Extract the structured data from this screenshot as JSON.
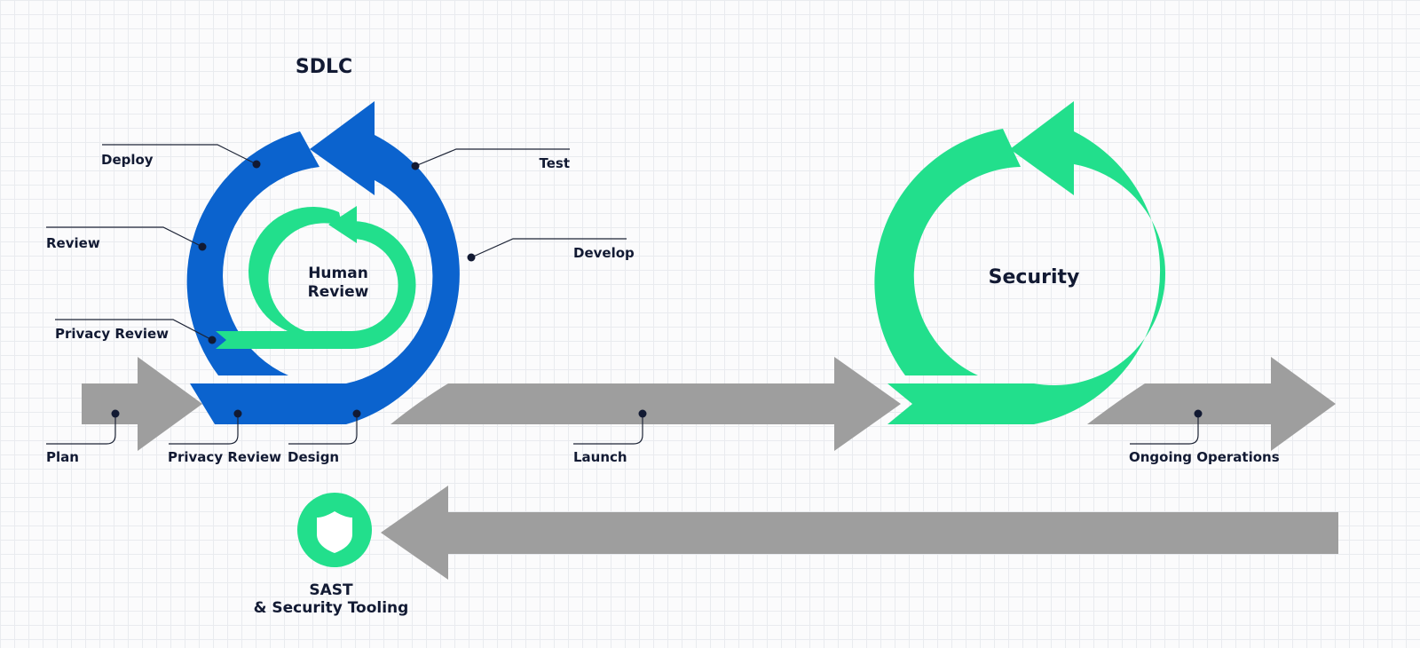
{
  "colors": {
    "blue": "#0b63ce",
    "green": "#22df8c",
    "gray": "#9e9e9e",
    "text": "#121a33"
  },
  "sdlc": {
    "title": "SDLC",
    "inner_label": [
      "Human",
      "Review"
    ],
    "labels": {
      "deploy": "Deploy",
      "test": "Test",
      "review": "Review",
      "develop": "Develop",
      "privacy_review_upper": "Privacy Review"
    }
  },
  "security": {
    "label": "Security"
  },
  "timeline": {
    "plan": "Plan",
    "privacy_review": "Privacy Review",
    "design": "Design",
    "launch": "Launch",
    "ongoing_operations": "Ongoing Operations"
  },
  "tooling": {
    "icon": "shield-icon",
    "label_lines": [
      "SAST",
      "& Security Tooling"
    ]
  }
}
